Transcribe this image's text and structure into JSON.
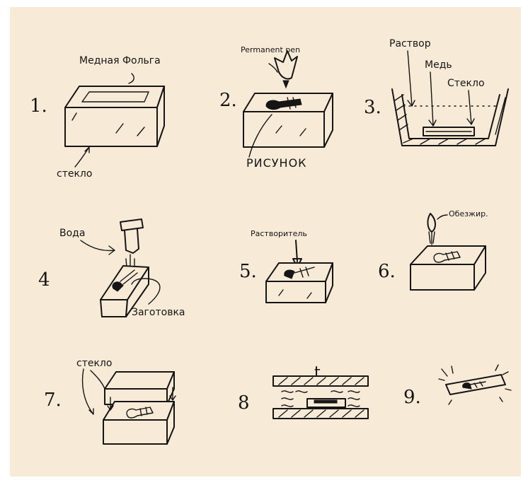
{
  "steps": [
    {
      "number": "1.",
      "labels": {
        "foil": "Медная Фольга",
        "glass": "стекло"
      }
    },
    {
      "number": "2.",
      "labels": {
        "pen": "Permanent pen",
        "drawing": "РИСУНОК"
      }
    },
    {
      "number": "3.",
      "labels": {
        "solution": "Раствор",
        "copper": "Медь",
        "glass": "Стекло"
      }
    },
    {
      "number": "4",
      "labels": {
        "water": "Вода",
        "blank": "Заготовка"
      }
    },
    {
      "number": "5.",
      "labels": {
        "solvent": "Растворитель"
      }
    },
    {
      "number": "6.",
      "labels": {
        "degrease": "Обезжир."
      }
    },
    {
      "number": "7.",
      "labels": {
        "glass": "стекло"
      }
    },
    {
      "number": "8",
      "labels": {
        "temperature": "t"
      }
    },
    {
      "number": "9.",
      "labels": {}
    }
  ],
  "colors": {
    "paper": "#f7ead6",
    "ink": "#151515"
  }
}
